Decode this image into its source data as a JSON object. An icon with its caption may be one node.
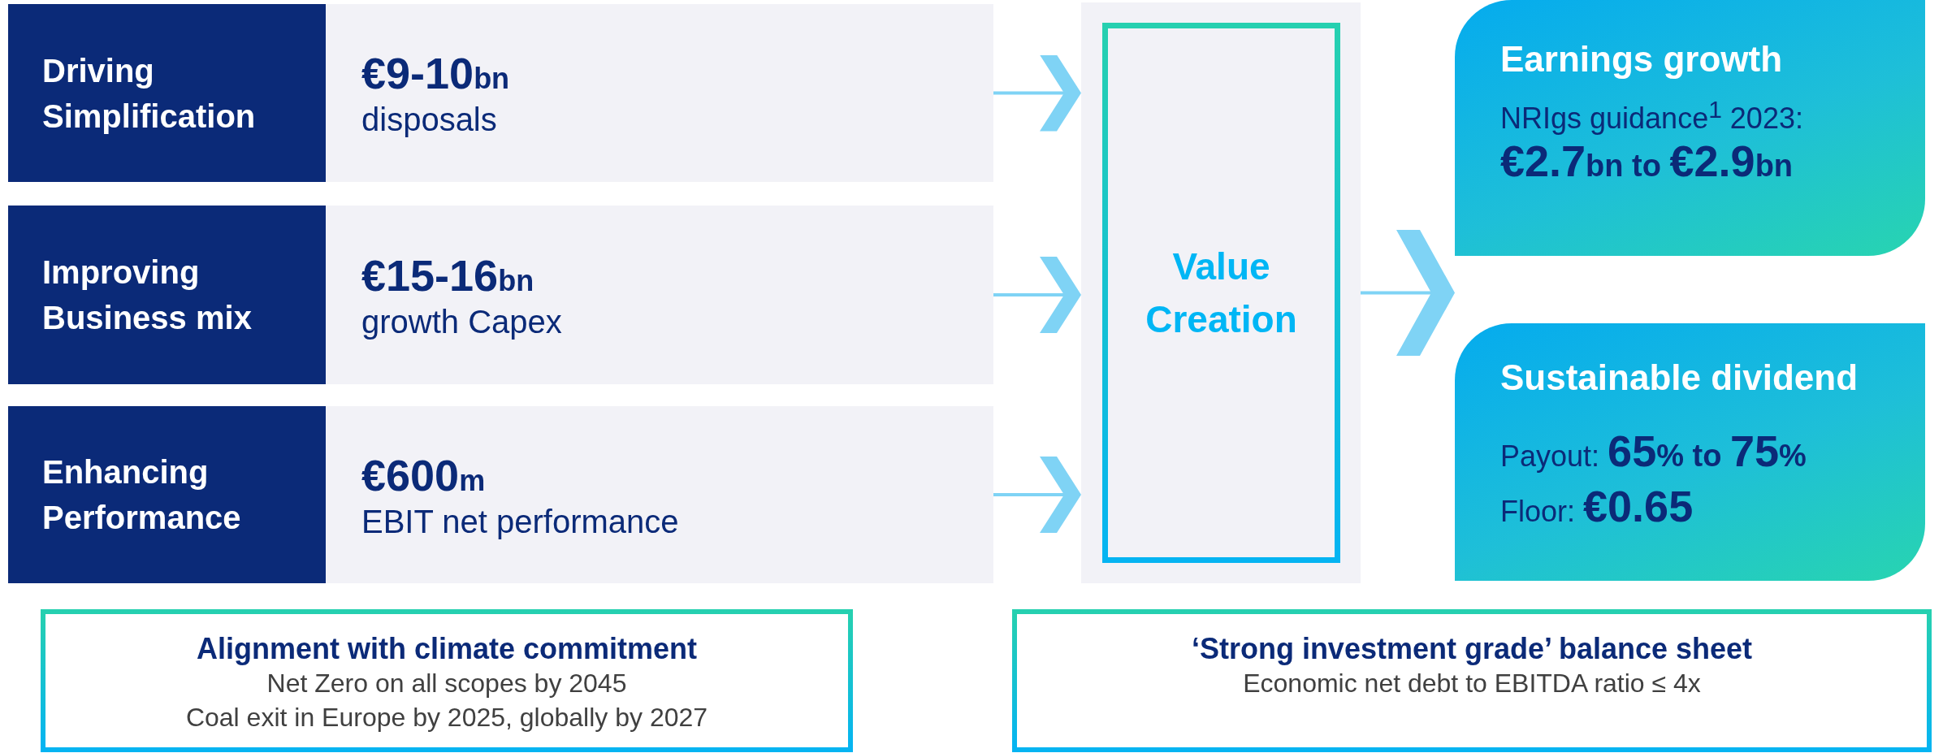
{
  "diagram": {
    "nodes": [
      {
        "text": [
          "Driving Simplification"
        ]
      },
      {
        "text": [
          "€9-10bn",
          "disposals"
        ]
      },
      {
        "text": [
          "Improving Business mix"
        ]
      },
      {
        "text": [
          "€15-16bn",
          "growth Capex"
        ]
      },
      {
        "text": [
          "Enhancing Performance"
        ]
      },
      {
        "text": [
          "€600m",
          "EBIT net performance"
        ]
      },
      {
        "text": [],
        "shape": "box"
      },
      {
        "text": [
          "Value Creation"
        ],
        "in": 6
      },
      {
        "text": [
          "Earnings growth",
          "NRIgs guidance$^{1}$ 2023:",
          "€2.7bn to €2.9bn"
        ]
      },
      {
        "text": [
          "Sustainable dividend",
          "Payout: **65% to 75%**",
          "Floor: **€0.65**"
        ]
      },
      {
        "text": [
          "Alignment with climate commitment",
          "Net Zero on all scopes by 2045",
          "Coal exit in Europe by 2025, globally by 2027"
        ]
      },
      {
        "text": [
          "‘Strong investment grade’ balance sheet",
          "Economic net debt to EBITDA ratio ≤ 4x"
        ]
      }
    ],
    "edges": [
      {
        "from": 1,
        "to": 6,
        "arrow": "to"
      },
      {
        "from": 3,
        "to": 6,
        "arrow": "to"
      },
      {
        "from": 5,
        "to": 6,
        "arrow": "to"
      },
      {
        "from": 6,
        "to": 8,
        "arrow": "to"
      },
      {
        "from": 6,
        "to": 9,
        "arrow": "to"
      }
    ]
  }
}
